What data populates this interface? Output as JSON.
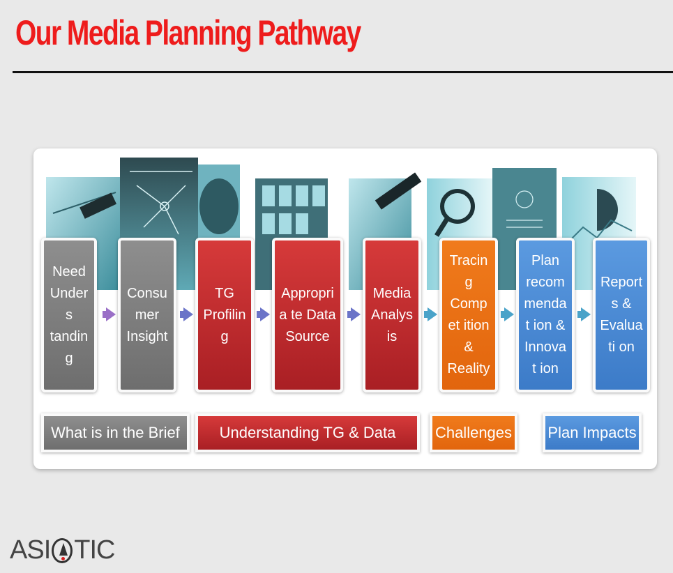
{
  "slide": {
    "title": "Our Media Planning Pathway"
  },
  "steps": [
    {
      "label": "Need Unders tanding",
      "color": "#7a7a7a"
    },
    {
      "label": "Consu mer Insight",
      "color": "#7a7a7a"
    },
    {
      "label": "TG Profiling",
      "color": "#c22c2f"
    },
    {
      "label": "Appropria te Data Source",
      "color": "#c22c2f"
    },
    {
      "label": "Media Analysis",
      "color": "#c22c2f"
    },
    {
      "label": "Tracing Compet ition & Reality",
      "color": "#e9700f"
    },
    {
      "label": "Plan recom mendat ion & Innovat ion",
      "color": "#4a88d4"
    },
    {
      "label": "Reports & Evaluati on",
      "color": "#4a88d4"
    }
  ],
  "categories": [
    {
      "label": "What is in the Brief",
      "color": "#7a7a7a"
    },
    {
      "label": "Understanding TG & Data",
      "color": "#c22c2f"
    },
    {
      "label": "Challenges",
      "color": "#e9700f"
    },
    {
      "label": "Plan Impacts",
      "color": "#4a88d4"
    }
  ],
  "logo": {
    "left": "ASI",
    "right": "TIC"
  }
}
